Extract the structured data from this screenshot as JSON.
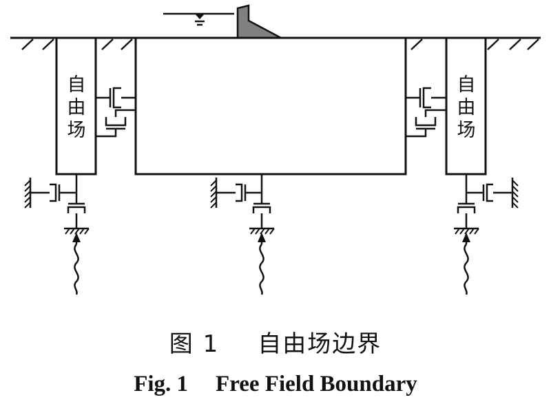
{
  "diagram": {
    "free_field_label": [
      "自",
      "由",
      "场"
    ]
  },
  "caption": {
    "cn_number": "图 1",
    "cn_title": "自由场边界",
    "en_number": "Fig. 1",
    "en_title": "Free Field Boundary"
  }
}
